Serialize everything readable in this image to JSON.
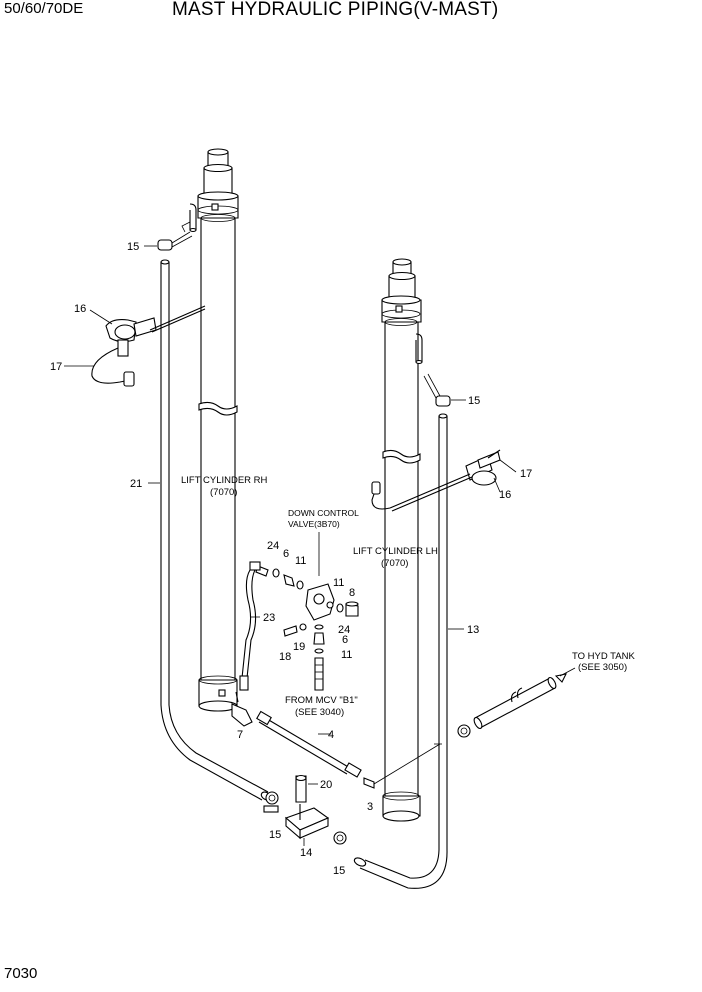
{
  "header": {
    "model": "50/60/70DE",
    "title": "MAST HYDRAULIC PIPING(V-MAST)",
    "page_number": "7030"
  },
  "labels": {
    "lift_cylinder_rh": [
      "LIFT CYLINDER RH",
      "(7070)"
    ],
    "lift_cylinder_lh": [
      "LIFT CYLINDER LH",
      "(7070)"
    ],
    "down_control_valve": [
      "DOWN CONTROL",
      "VALVE(3B70)"
    ],
    "from_mcv": [
      "FROM MCV \"B1\"",
      "(SEE 3040)"
    ],
    "to_hyd_tank": [
      "TO HYD TANK",
      "(SEE 3050)"
    ]
  },
  "callouts": {
    "c15a": "15",
    "c16a": "16",
    "c17a": "17",
    "c21": "21",
    "c15b": "15",
    "c17b": "17",
    "c16b": "16",
    "c13": "13",
    "c24a": "24",
    "c6a": "6",
    "c11a": "11",
    "c11b": "11",
    "c8": "8",
    "c24b": "24",
    "c6b": "6",
    "c11c": "11",
    "c23": "23",
    "c19": "19",
    "c18": "18",
    "c7": "7",
    "c4": "4",
    "c20": "20",
    "c3": "3",
    "c15c": "15",
    "c14": "14",
    "c15d": "15"
  }
}
